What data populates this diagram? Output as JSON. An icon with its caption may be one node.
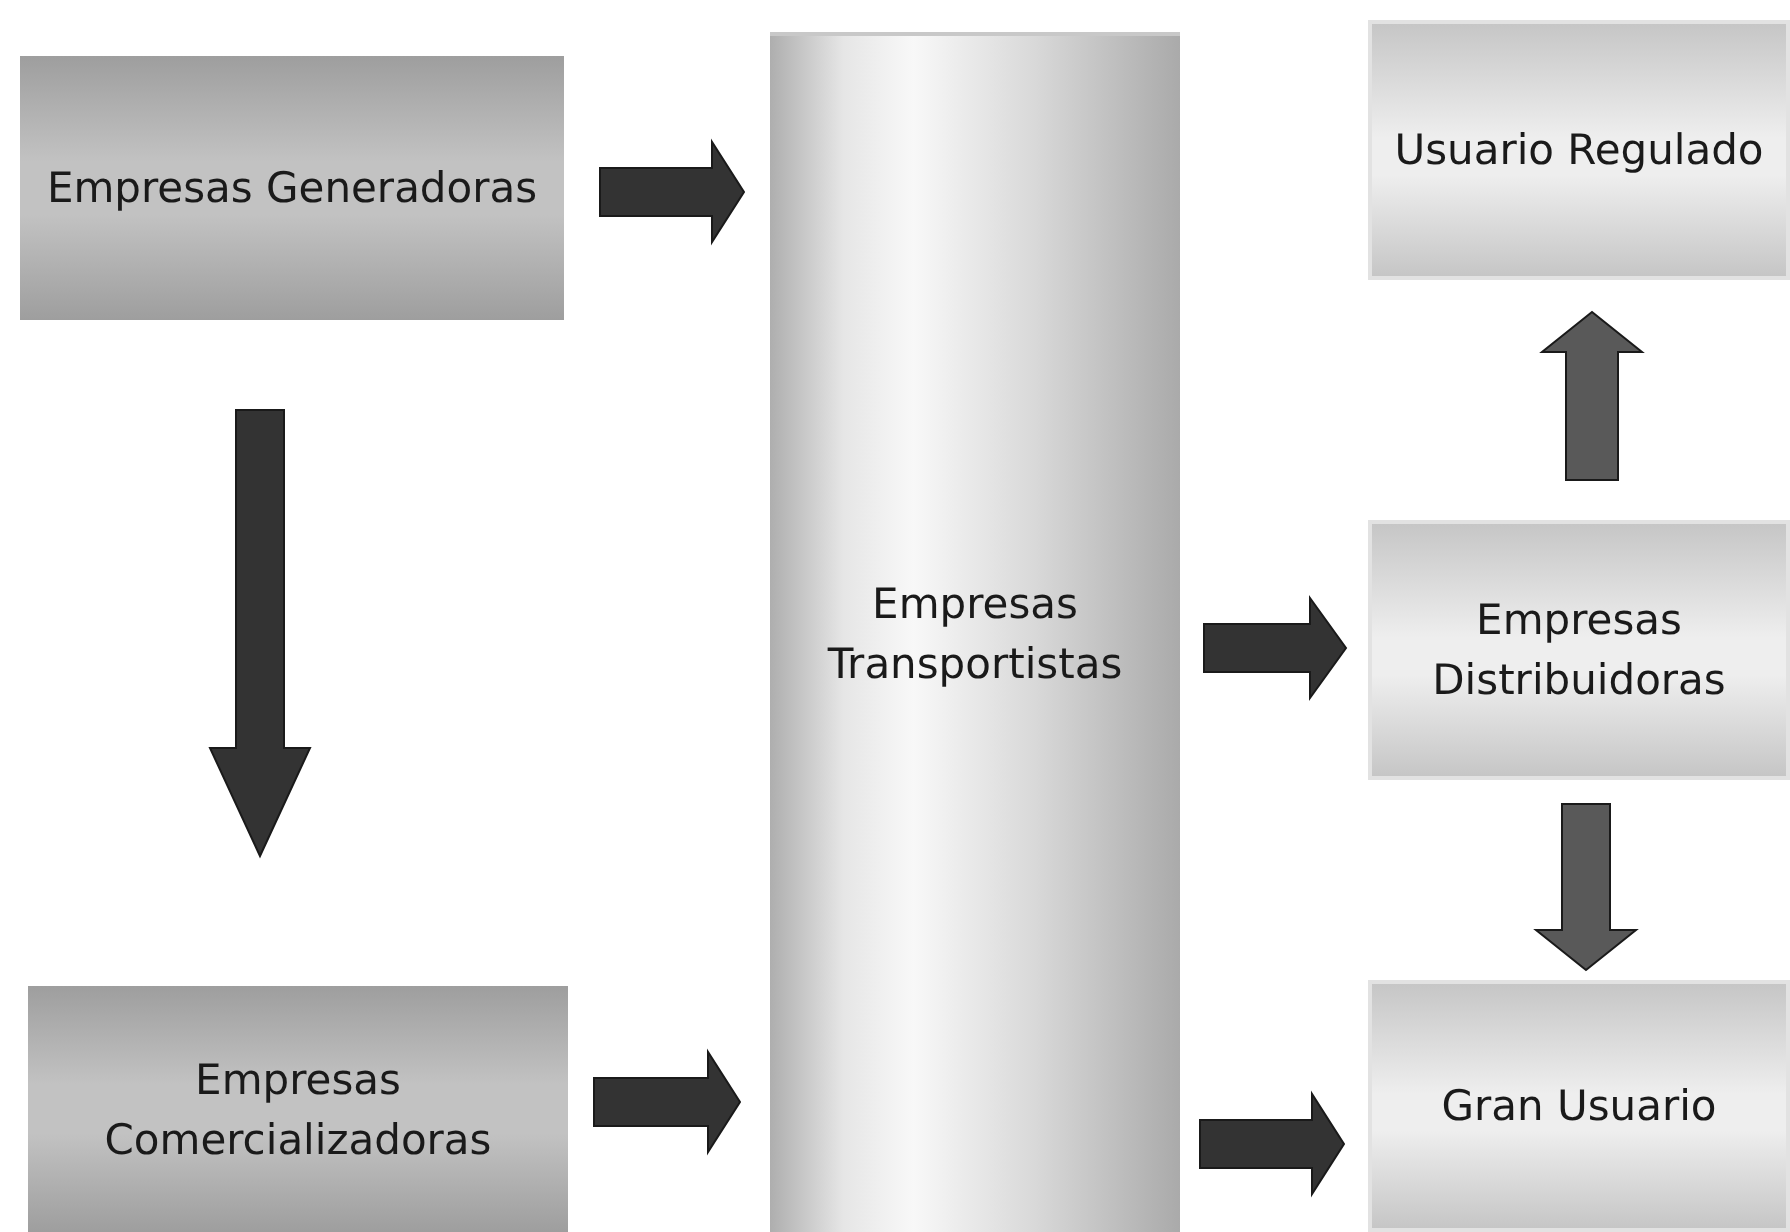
{
  "diagram": {
    "nodes": [
      {
        "text": [
          "Empresas Generadoras"
        ]
      },
      {
        "text": [
          "Empresas Comercializadoras"
        ]
      },
      {
        "text": [
          "Empresas Transportistas"
        ]
      },
      {
        "text": [
          "Usuario Regulado"
        ]
      },
      {
        "text": [
          "Empresas Distribuidoras"
        ]
      },
      {
        "text": [
          "Gran Usuario"
        ]
      }
    ],
    "edges": [
      {
        "from": 0,
        "to": 2,
        "arrow": "to"
      },
      {
        "from": 0,
        "to": 1,
        "arrow": "to"
      },
      {
        "from": 1,
        "to": 2,
        "arrow": "to"
      },
      {
        "from": 2,
        "to": 4,
        "arrow": "to"
      },
      {
        "from": 4,
        "to": 3,
        "arrow": "to",
        "color": "#595959"
      },
      {
        "from": 4,
        "to": 5,
        "arrow": "to",
        "color": "#595959"
      },
      {
        "from": 2,
        "to": 5,
        "arrow": "to"
      }
    ]
  }
}
